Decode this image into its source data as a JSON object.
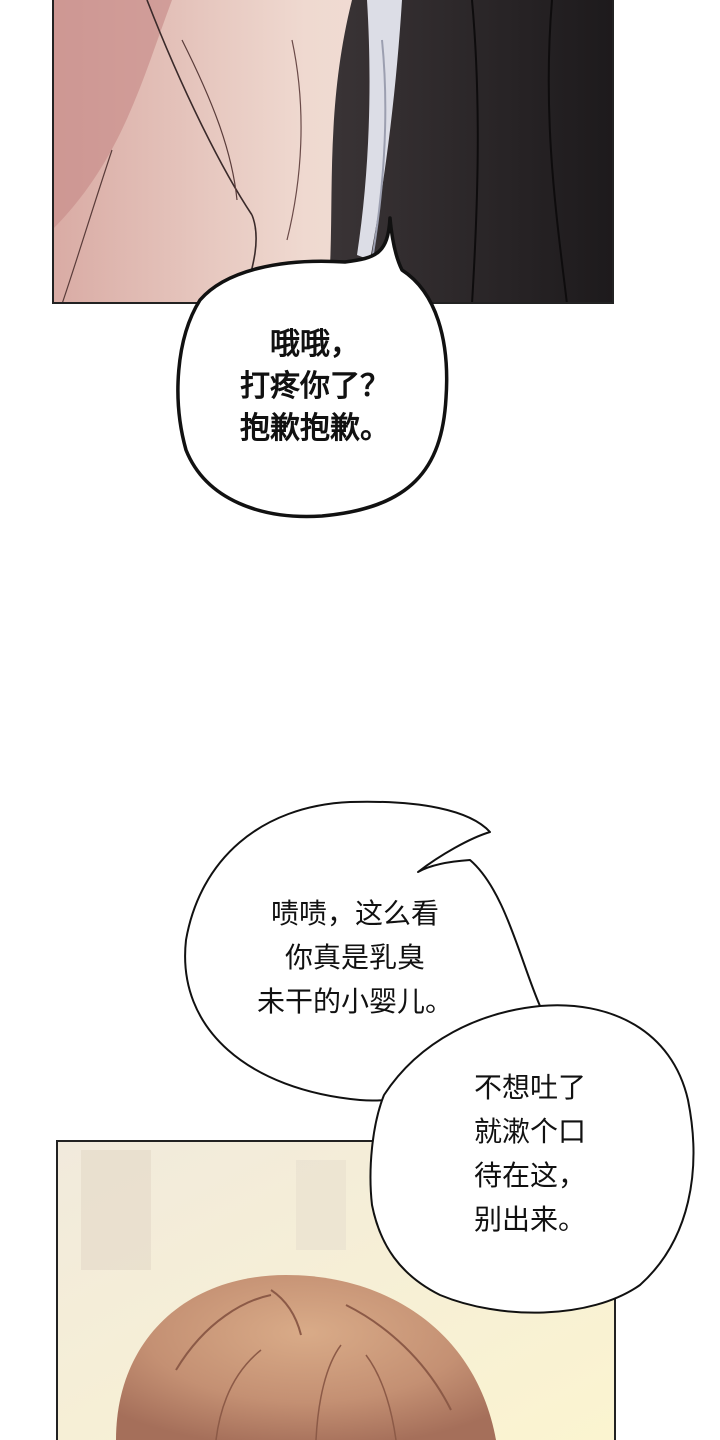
{
  "bubbles": {
    "apology": {
      "lines": [
        "哦哦，",
        "打疼你了？",
        "抱歉抱歉。"
      ]
    },
    "mock": {
      "lines": [
        "啧啧，这么看",
        "你真是乳臭",
        "未干的小婴儿。"
      ]
    },
    "instruction": {
      "lines": [
        "不想吐了",
        "就漱个口",
        "待在这，",
        "别出来。"
      ]
    }
  }
}
